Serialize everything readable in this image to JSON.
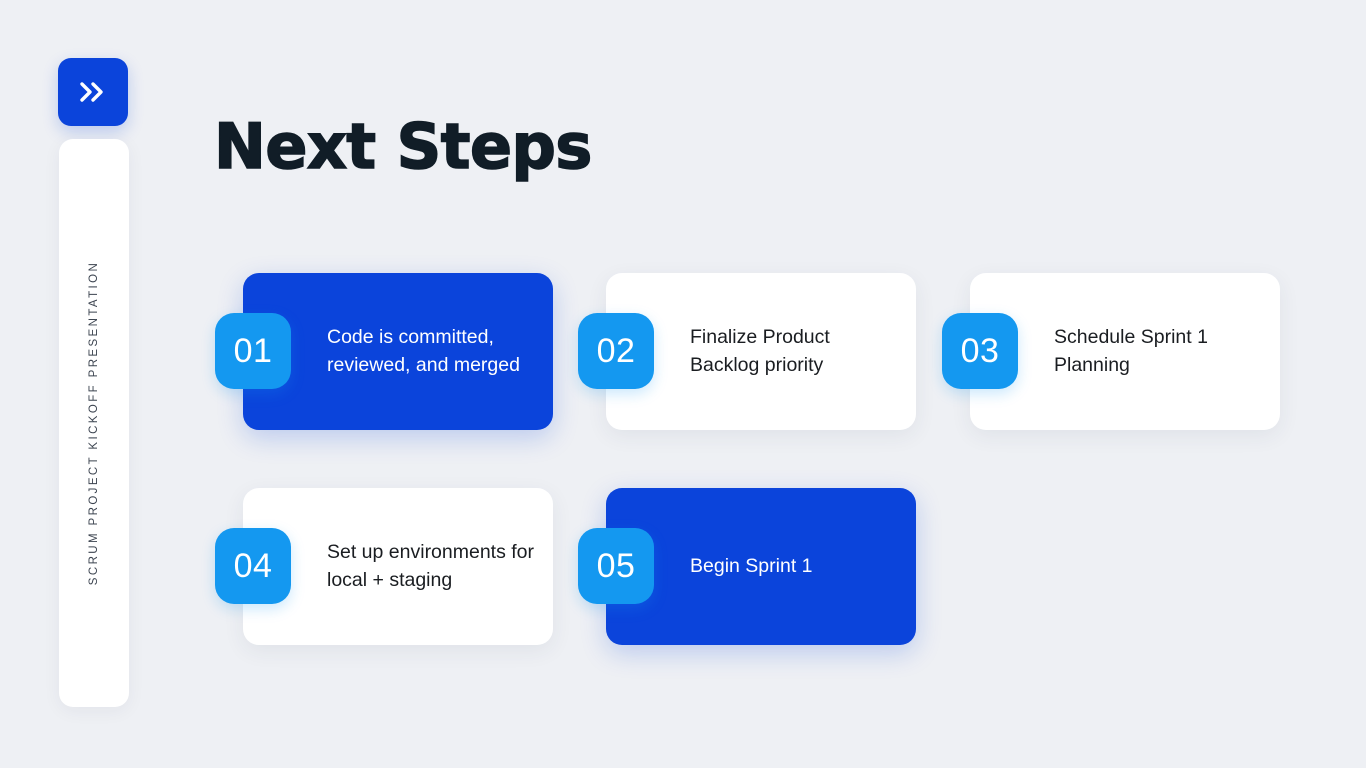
{
  "slide": {
    "title": "Next Steps",
    "side_caption": "SCRUM PROJECT KICKOFF PRESENTATION",
    "logo_icon": "double-chevron-right-icon",
    "background_color": "#eef0f4",
    "accent_color": "#0b44db",
    "badge_color": "#1498f0",
    "text_color": "#1a1d21",
    "title_color": "#111d27"
  },
  "cards": [
    {
      "number": "01",
      "text": "Code is committed, reviewed, and merged",
      "style": "accent"
    },
    {
      "number": "02",
      "text": "Finalize Product Backlog priority",
      "style": "light"
    },
    {
      "number": "03",
      "text": "Schedule Sprint 1 Planning",
      "style": "light"
    },
    {
      "number": "04",
      "text": "Set up environments for local + staging",
      "style": "light"
    },
    {
      "number": "05",
      "text": "Begin Sprint 1",
      "style": "accent"
    }
  ]
}
